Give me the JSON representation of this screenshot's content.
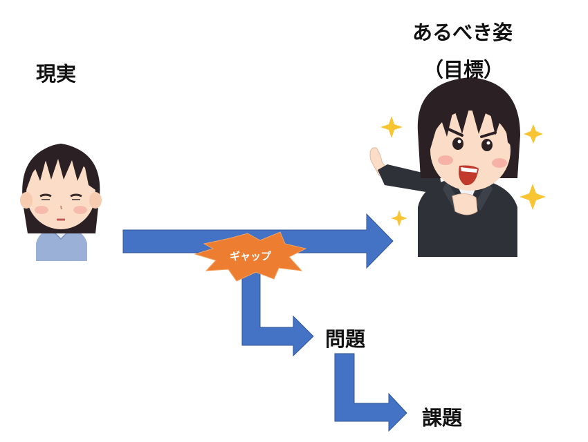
{
  "labels": {
    "current": "現実",
    "ideal_line1": "あるべき姿",
    "ideal_line2": "（目標）",
    "gap": "ギャップ",
    "problem": "問題",
    "issue": "課題"
  },
  "colors": {
    "arrow": "#4472C4",
    "arrow_stroke": "#2F5597",
    "gap_burst": "#ED7D31",
    "star": "#F7C532"
  }
}
